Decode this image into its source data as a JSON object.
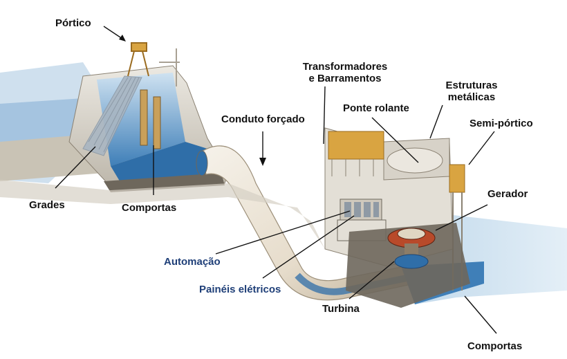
{
  "labels": {
    "portico": "Pórtico",
    "transformadores_line1": "Transformadores",
    "transformadores_line2": "e Barramentos",
    "estruturas_line1": "Estruturas",
    "estruturas_line2": "metálicas",
    "ponte_rolante": "Ponte rolante",
    "conduto_forcado": "Conduto forçado",
    "semi_portico": "Semi-pórtico",
    "gerador": "Gerador",
    "grades": "Grades",
    "comportas_upper": "Comportas",
    "automacao": "Automação",
    "paineis_eletricos": "Painéis elétricos",
    "turbina": "Turbina",
    "comportas_lower": "Comportas"
  },
  "colors": {
    "label_text": "#111111",
    "label_blue": "#1f3f78",
    "water": "#3f7fb8",
    "water_light": "#a9cbe6",
    "concrete": "#d8d4cc",
    "concrete_dark": "#6e675c",
    "penstock": "#e9e2d4",
    "crane_yellow": "#d9a441",
    "generator_red": "#b84a2a"
  }
}
